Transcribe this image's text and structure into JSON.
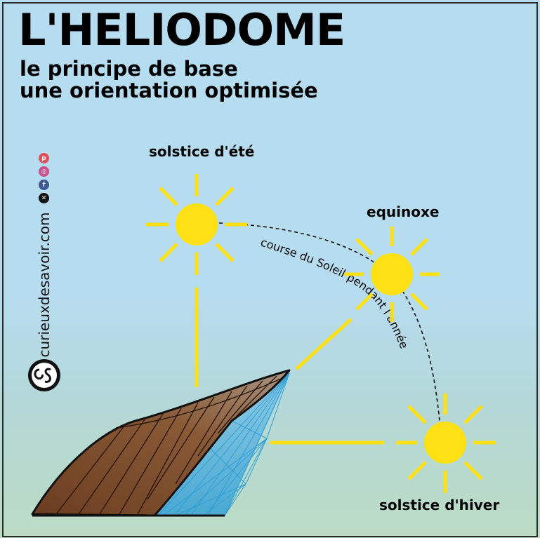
{
  "title": "L'HELIODOME",
  "subtitle_line1": "le principe de base",
  "subtitle_line2": "une orientation optimisée",
  "labels": {
    "summer_solstice": "solstice d'été",
    "equinox": "equinoxe",
    "winter_solstice": "solstice d'hiver",
    "sun_path": "course du Soleil pendant l'année"
  },
  "branding": {
    "site": "curieuxdesavoir.com",
    "social_icons": [
      "pinterest-icon",
      "instagram-icon",
      "facebook-icon",
      "x-icon"
    ]
  },
  "colors": {
    "sky": "#b6dcef",
    "sun": "#ffe014",
    "ray": "#ffe014",
    "roof": "#7a4a2a",
    "glass": "#5ab8dc"
  }
}
